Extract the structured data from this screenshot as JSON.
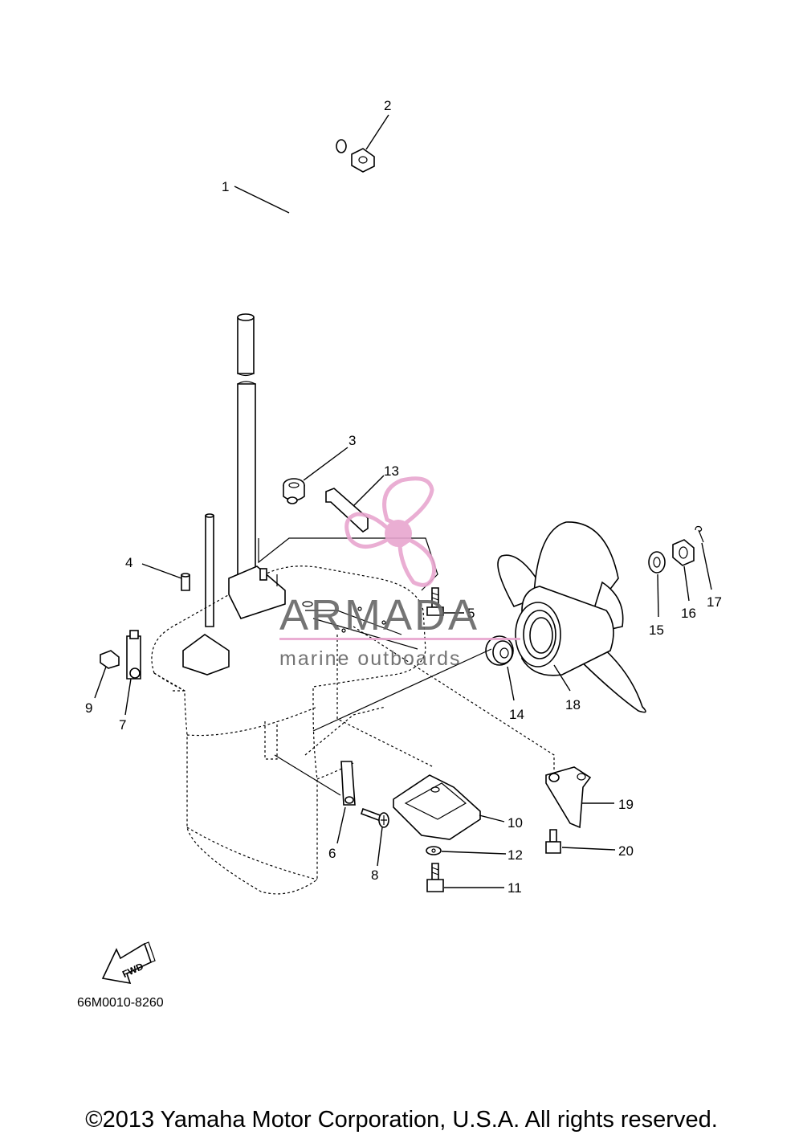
{
  "diagram": {
    "code": "66M0010-8260",
    "copyright": "©2013 Yamaha Motor Corporation, U.S.A. All rights reserved.",
    "direction_marker": "FWD",
    "watermark": {
      "name": "ARMADA",
      "tagline": "marine outboards",
      "accent_color": "#e8a6cf"
    },
    "part_labels": [
      "1",
      "2",
      "3",
      "4",
      "5",
      "6",
      "7",
      "8",
      "9",
      "10",
      "11",
      "12",
      "13",
      "14",
      "15",
      "16",
      "17",
      "18",
      "19",
      "20"
    ]
  }
}
